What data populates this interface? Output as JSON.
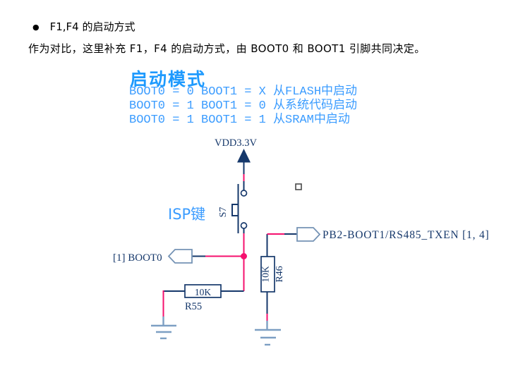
{
  "document": {
    "bullet_item": {
      "marker": "●",
      "text": "F1,F4 的启动方式"
    },
    "paragraph": "作为对比，这里补充 F1，F4 的启动方式，由 BOOT0 和 BOOT1 引脚共同决定。"
  },
  "boot_modes": {
    "title": "启动模式",
    "lines": [
      "BOOT0 = 0 BOOT1 = X 从FLASH中启动",
      "BOOT0 = 1 BOOT1 = 0 从系统代码启动",
      "BOOT0 = 1 BOOT1 = 1 从SRAM中启动"
    ]
  },
  "schematic": {
    "power_net": "VDD3.3V",
    "switch": {
      "designator": "S7",
      "label": "ISP键"
    },
    "ports": {
      "boot0": "[1] BOOT0",
      "pb2": "PB2-BOOT1/RS485_TXEN [1, 4]"
    },
    "resistors": {
      "r55": {
        "value": "10K",
        "designator": "R55"
      },
      "r46": {
        "value": "10K",
        "designator": "R46"
      }
    }
  },
  "colors": {
    "wire_navy": "#16386B",
    "net_highlight_pink": "#F5106E",
    "ground_steel": "#7D9FC3",
    "connector_outline": "#7593B5",
    "annotation_blue": "#3B9CFF",
    "title_blue": "#1E9AFE",
    "body_text": "#000000"
  }
}
